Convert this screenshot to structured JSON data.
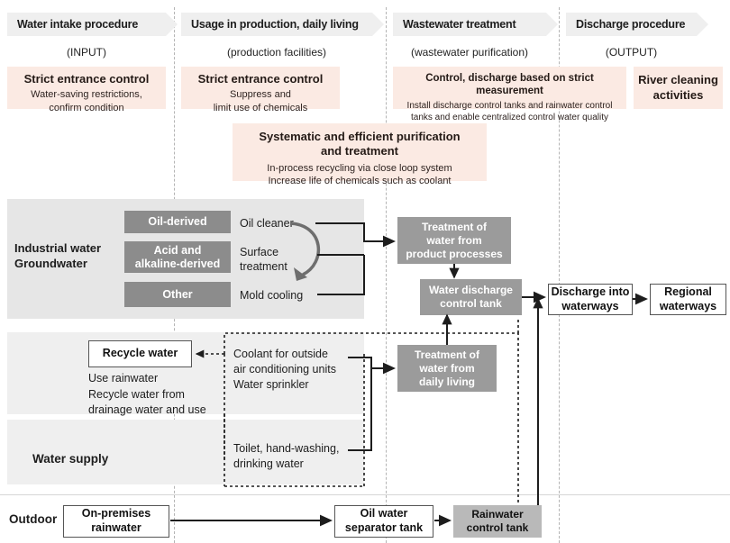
{
  "columns": [
    {
      "title": "Water intake procedure",
      "caption": "(INPUT)"
    },
    {
      "title": "Usage in production, daily living",
      "caption": "(production facilities)"
    },
    {
      "title": "Wastewater treatment",
      "caption": "(wastewater purification)"
    },
    {
      "title": "Discharge procedure",
      "caption": "(OUTPUT)"
    }
  ],
  "policy_boxes": [
    {
      "heading": "Strict entrance control",
      "detail": "Water-saving restrictions,\nconfirm condition"
    },
    {
      "heading": "Strict entrance control",
      "detail": "Suppress and\nlimit use of chemicals"
    },
    {
      "heading": "Control, discharge based on strict measurement",
      "detail": "Install discharge control tanks and rainwater control\ntanks and enable centralized control water quality"
    },
    {
      "heading": "River cleaning\nactivities",
      "detail": ""
    }
  ],
  "purification_box": {
    "heading": "Systematic and efficient purification\nand treatment",
    "detail": "In-process recycling via close loop system\nIncrease life of chemicals such as coolant"
  },
  "industrial": {
    "source_label": "Industrial water\nGroundwater",
    "chips": [
      "Oil-derived",
      "Acid and\nalkaline-derived",
      "Other"
    ],
    "uses": [
      "Oil cleaner",
      "Surface\ntreatment",
      "Mold cooling"
    ]
  },
  "recycle": {
    "box_label": "Recycle water",
    "note": "Use rainwater\nRecycle water from\ndrainage water and use",
    "uses": [
      "Coolant for outside\nair conditioning units\nWater sprinkler",
      "Toilet, hand-washing,\ndrinking water"
    ],
    "supply_label": "Water supply"
  },
  "treatment": {
    "product_processes": "Treatment of\nwater from\nproduct processes",
    "daily_living": "Treatment of\nwater from\ndaily living",
    "discharge_tank": "Water discharge\ncontrol tank"
  },
  "discharge": {
    "into_waterways": "Discharge into\nwaterways",
    "regional": "Regional\nwaterways"
  },
  "outdoor": {
    "label": "Outdoor",
    "rainwater": "On-premises\nrainwater",
    "oil_separator": "Oil water\nseparator tank",
    "rainwater_control": "Rainwater\ncontrol tank"
  },
  "colors": {
    "banner_bg": "#efefef",
    "pink_bg": "#fbeae3",
    "chip_bg": "#8c8c8c",
    "panel_bg": "#e6e6e6"
  }
}
